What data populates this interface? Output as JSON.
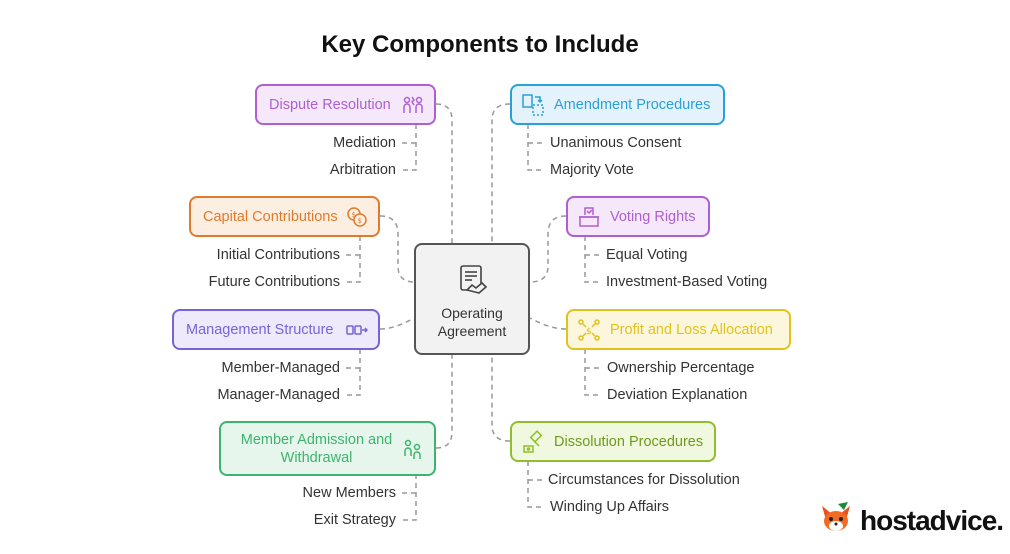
{
  "title": "Key Components to Include",
  "center": {
    "label": "Operating Agreement",
    "icon": "document-handshake-icon"
  },
  "branches": [
    {
      "id": "dispute",
      "label": "Dispute Resolution",
      "icon": "people-conflict-icon",
      "color": "#b05fd0",
      "bg": "#f5e8fb",
      "side": "left",
      "items": [
        "Mediation",
        "Arbitration"
      ]
    },
    {
      "id": "capital",
      "label": "Capital Contributions",
      "icon": "coins-icon",
      "color": "#e07b2b",
      "bg": "#fdeee2",
      "side": "left",
      "items": [
        "Initial Contributions",
        "Future Contributions"
      ]
    },
    {
      "id": "management",
      "label": "Management Structure",
      "icon": "org-flow-icon",
      "color": "#7a63d6",
      "bg": "#eeeafb",
      "side": "left",
      "items": [
        "Member-Managed",
        "Manager-Managed"
      ]
    },
    {
      "id": "admission",
      "label": "Member Admission and Withdrawal",
      "icon": "people-arrows-icon",
      "color": "#3fb36e",
      "bg": "#e6f6ec",
      "side": "left",
      "items": [
        "New Members",
        "Exit Strategy"
      ]
    },
    {
      "id": "amendment",
      "label": "Amendment Procedures",
      "icon": "document-edit-icon",
      "color": "#2aa0d8",
      "bg": "#e4f3fb",
      "side": "right",
      "items": [
        "Unanimous Consent",
        "Majority Vote"
      ]
    },
    {
      "id": "voting",
      "label": "Voting Rights",
      "icon": "ballot-box-icon",
      "color": "#b05fd0",
      "bg": "#f5e8fb",
      "side": "right",
      "items": [
        "Equal Voting",
        "Investment-Based Voting"
      ]
    },
    {
      "id": "profit",
      "label": "Profit and Loss Allocation",
      "icon": "money-network-icon",
      "color": "#e2c21c",
      "bg": "#fcf7dc",
      "side": "right",
      "items": [
        "Ownership Percentage",
        "Deviation Explanation"
      ]
    },
    {
      "id": "dissolution",
      "label": "Dissolution Procedures",
      "icon": "gavel-icon",
      "color": "#8fbf2c",
      "bg": "#f1f8e0",
      "side": "right",
      "items": [
        "Circumstances for Dissolution",
        "Winding Up Affairs"
      ]
    }
  ],
  "logo": {
    "text": "hostadvice.",
    "icon": "fox-mascot-icon"
  }
}
